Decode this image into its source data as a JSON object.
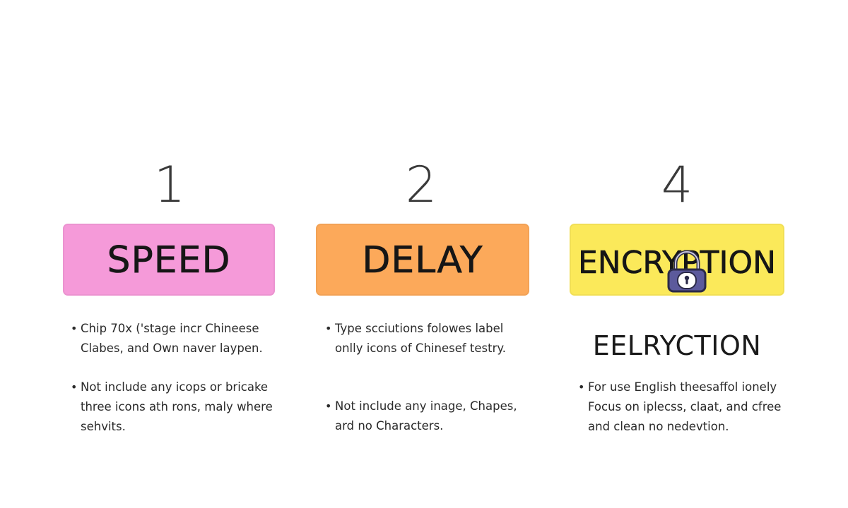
{
  "columns": [
    {
      "number": "1",
      "chip_label": "SPEED",
      "chip_color": "#f59ad9",
      "bullets": [
        {
          "lines": [
            "Chip 70x ('stage incr Chineese",
            "Clabes, and Own naver laypen."
          ]
        },
        {
          "lines": [
            "Not include any icops or bricake",
            "three icons ath rons, maly where",
            "sehvits."
          ]
        }
      ]
    },
    {
      "number": "2",
      "chip_label": "DELAY",
      "chip_color": "#fca95a",
      "bullets": [
        {
          "lines": [
            "Type scciutions folowes label",
            "onlly icons of Chinesef testry."
          ]
        },
        {
          "lines": [
            "Not include any inage, Chapes,",
            "ard no Characters."
          ]
        }
      ]
    },
    {
      "number": "4",
      "chip_label": "ENCRYPTION",
      "chip_color": "#fbe95a",
      "chip_icon": "padlock-icon",
      "heading": "EELRYCTION",
      "bullets": [
        {
          "lines": [
            "For use English theesaffol ionely",
            "Focus on iplecss, claat, and cfree",
            "and clean no nedevtion."
          ]
        }
      ]
    }
  ]
}
